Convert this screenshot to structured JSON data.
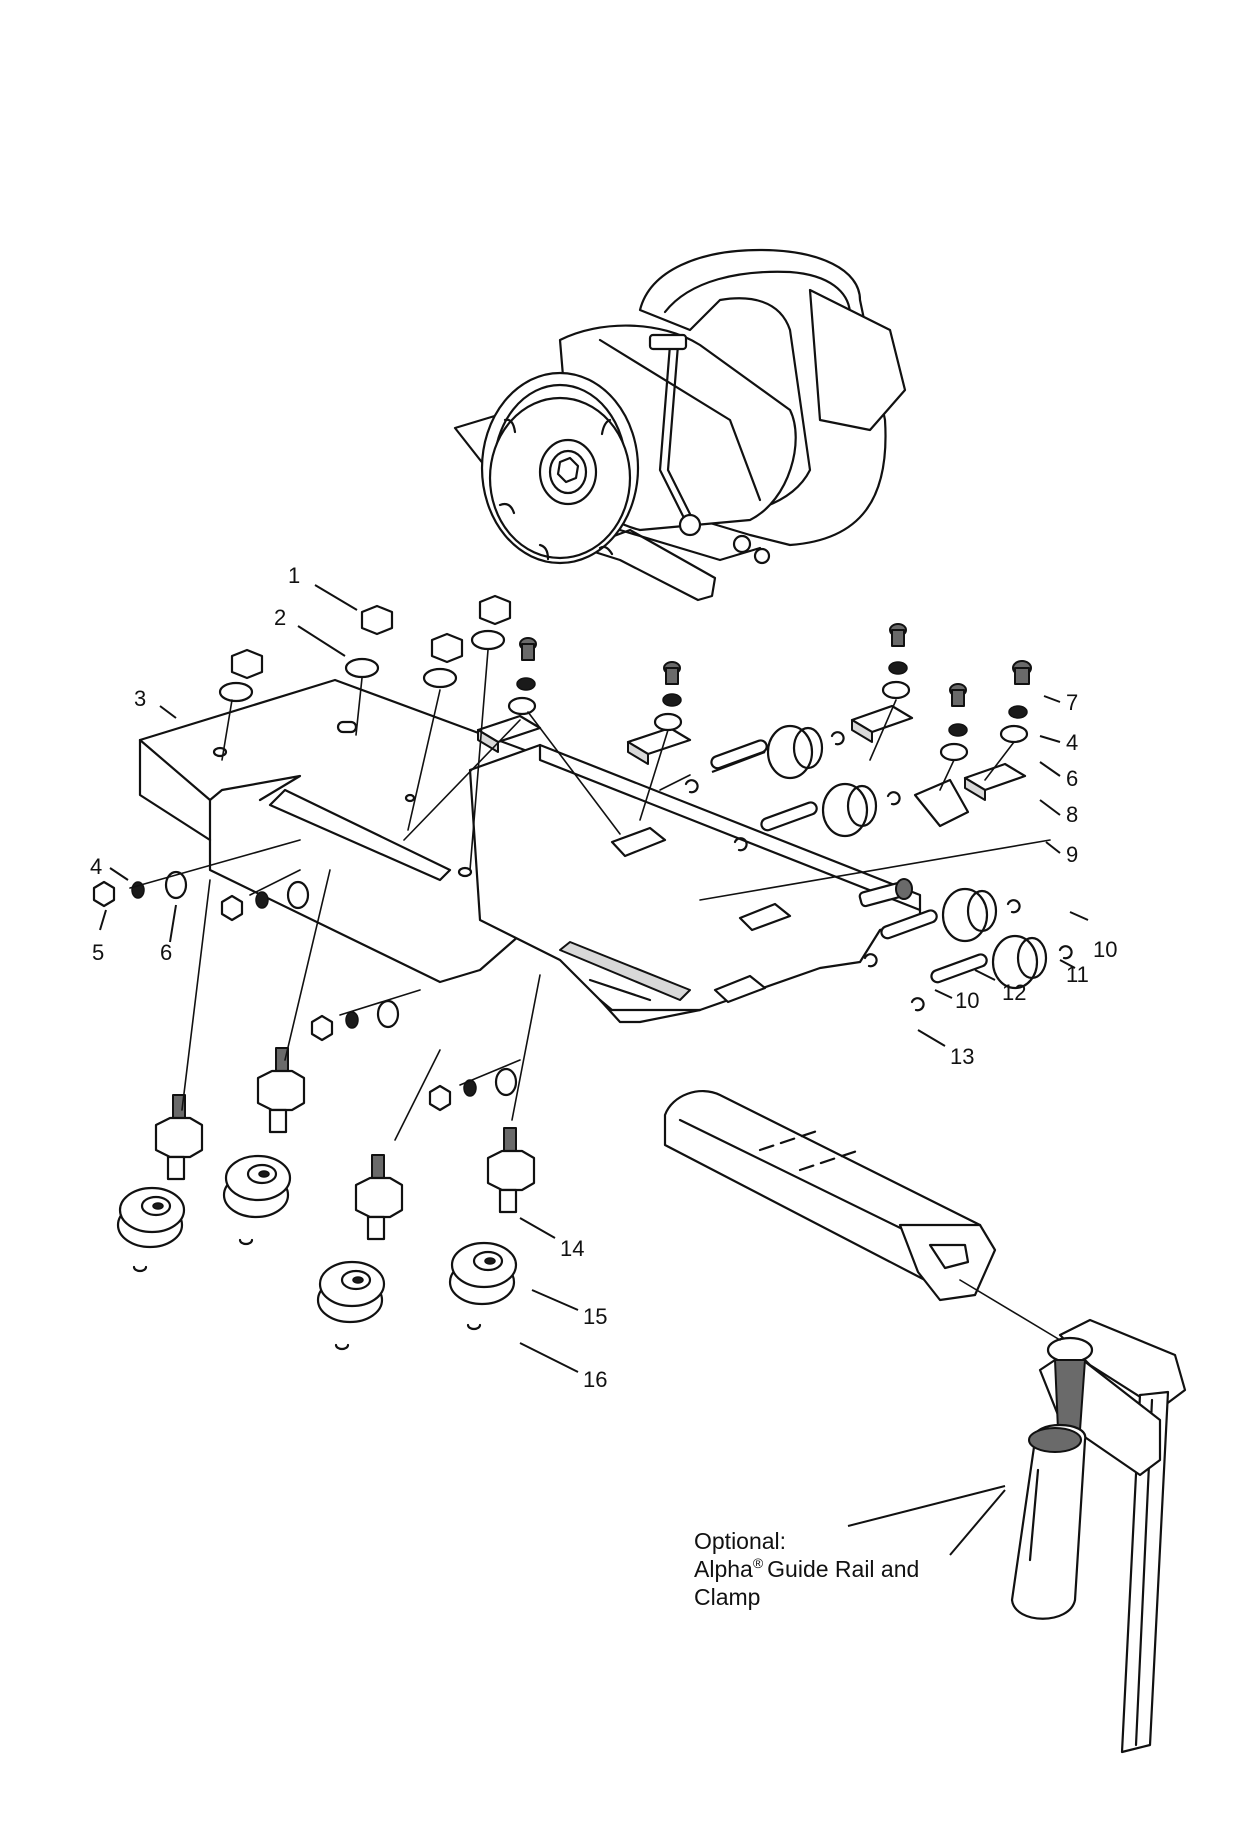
{
  "callouts": [
    "1",
    "2",
    "3",
    "4",
    "5",
    "6",
    "7",
    "4",
    "6",
    "8",
    "9",
    "10",
    "11",
    "10",
    "12",
    "13",
    "14",
    "15",
    "16"
  ],
  "note": {
    "line1": "Optional:",
    "line2_pre": "Alpha",
    "line2_mark": "®",
    "line2_post": "Guide Rail and",
    "line3": "Clamp"
  }
}
